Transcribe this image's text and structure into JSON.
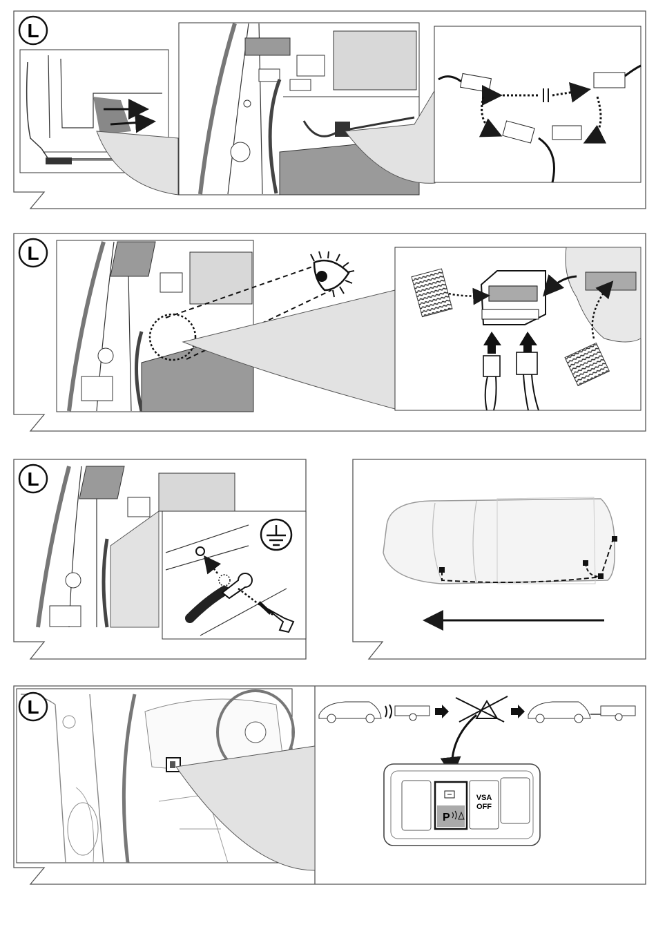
{
  "steps": [
    {
      "side_letter": "L"
    },
    {
      "side_letter": "L"
    },
    {
      "side_letter": "L"
    },
    {
      "side_letter": "L"
    }
  ],
  "switch_panel": {
    "vsa_line1": "VSA",
    "vsa_line2": "OFF",
    "parking_sensor_label": "P"
  },
  "icons": {
    "ground": "ground-symbol-icon",
    "eye": "eye-icon",
    "arrow": "direction-arrow-icon"
  },
  "colors": {
    "line": "#1a1a1a",
    "grey_fill": "#b9b9b9",
    "light_grey": "#e2e2e2",
    "panel_border": "#555555"
  }
}
